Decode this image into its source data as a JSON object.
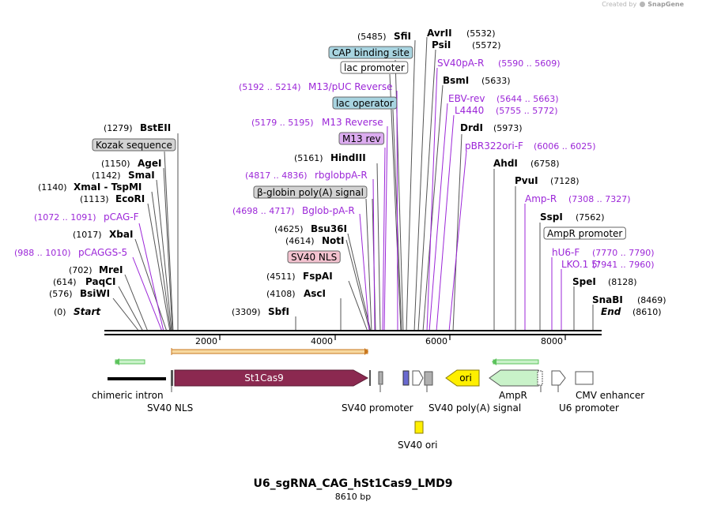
{
  "credit": {
    "prefix": "Created by",
    "brand": "SnapGene"
  },
  "title": "U6_sgRNA_CAG_hSt1Cas9_LMD9",
  "size_label": "8610 bp",
  "colors": {
    "enzyme": "#000000",
    "primer": "#9c27d8",
    "cds_dark": "#8b2950",
    "ori": "#ffef00",
    "ampr": "#c9f2c9",
    "orf_green": "#5cc35c",
    "feature_white": "#ffffff",
    "box_blue": "#a8d4e0",
    "box_grey": "#d3d3d3",
    "box_pink": "#f3c2cf",
    "box_purple": "#dcacf0"
  },
  "ruler": {
    "ticks": [
      "2000",
      "4000",
      "6000",
      "8000"
    ]
  },
  "sites": [
    {
      "name": "SfiI",
      "pos": "(5485)"
    },
    {
      "name": "AvrII",
      "pos": "(5532)"
    },
    {
      "name": "PsiI",
      "pos": "(5572)"
    },
    {
      "name": "CAP binding site",
      "pos": ""
    },
    {
      "name": "lac promoter",
      "pos": ""
    },
    {
      "name": "SV40pA-R",
      "pos": "(5590 .. 5609)"
    },
    {
      "name": "M13/pUC Reverse",
      "pos": "(5192 .. 5214)"
    },
    {
      "name": "BsmI",
      "pos": "(5633)"
    },
    {
      "name": "lac operator",
      "pos": ""
    },
    {
      "name": "EBV-rev",
      "pos": "(5644 .. 5663)"
    },
    {
      "name": "L4440",
      "pos": "(5755 .. 5772)"
    },
    {
      "name": "M13 Reverse",
      "pos": "(5179 .. 5195)"
    },
    {
      "name": "M13 rev",
      "pos": ""
    },
    {
      "name": "DrdI",
      "pos": "(5973)"
    },
    {
      "name": "BstEII",
      "pos": "(1279)"
    },
    {
      "name": "pBR322ori-F",
      "pos": "(6006 .. 6025)"
    },
    {
      "name": "Kozak sequence",
      "pos": ""
    },
    {
      "name": "HindIII",
      "pos": "(5161)"
    },
    {
      "name": "AgeI",
      "pos": "(1150)"
    },
    {
      "name": "AhdI",
      "pos": "(6758)"
    },
    {
      "name": "SmaI",
      "pos": "(1142)"
    },
    {
      "name": "rbglobpA-R",
      "pos": "(4817 .. 4836)"
    },
    {
      "name": "PvuI",
      "pos": "(7128)"
    },
    {
      "name": "XmaI  - TspMI",
      "pos": "(1140)"
    },
    {
      "name": "β-globin poly(A) signal",
      "pos": ""
    },
    {
      "name": "EcoRI",
      "pos": "(1113)"
    },
    {
      "name": "Amp-R",
      "pos": "(7308 .. 7327)"
    },
    {
      "name": "Bglob-pA-R",
      "pos": "(4698 .. 4717)"
    },
    {
      "name": "pCAG-F",
      "pos": "(1072 .. 1091)"
    },
    {
      "name": "SspI",
      "pos": "(7562)"
    },
    {
      "name": "Bsu36I",
      "pos": "(4625)"
    },
    {
      "name": "XbaI",
      "pos": "(1017)"
    },
    {
      "name": "AmpR promoter",
      "pos": ""
    },
    {
      "name": "NotI",
      "pos": "(4614)"
    },
    {
      "name": "pCAGGS-5",
      "pos": "(988 .. 1010)"
    },
    {
      "name": "hU6-F",
      "pos": "(7770 .. 7790)"
    },
    {
      "name": "SV40 NLS",
      "pos": ""
    },
    {
      "name": "LKO.1 5'",
      "pos": "(7941 .. 7960)"
    },
    {
      "name": "MreI",
      "pos": "(702)"
    },
    {
      "name": "FspAI",
      "pos": "(4511)"
    },
    {
      "name": "SpeI",
      "pos": "(8128)"
    },
    {
      "name": "PaqCI",
      "pos": "(614)"
    },
    {
      "name": "BsiWI",
      "pos": "(576)"
    },
    {
      "name": "AscI",
      "pos": "(4108)"
    },
    {
      "name": "SnaBI",
      "pos": "(8469)"
    },
    {
      "name": "Start",
      "pos": "(0)"
    },
    {
      "name": "SbfI",
      "pos": "(3309)"
    },
    {
      "name": "End",
      "pos": "(8610)"
    }
  ],
  "features": [
    {
      "name": "St1Cas9",
      "kind": "cds"
    },
    {
      "name": "ori",
      "kind": "ori"
    }
  ],
  "feature_labels": [
    "chimeric intron",
    "SV40 NLS",
    "SV40 promoter",
    "SV40 poly(A) signal",
    "AmpR",
    "U6 promoter",
    "CMV enhancer",
    "SV40 ori"
  ]
}
